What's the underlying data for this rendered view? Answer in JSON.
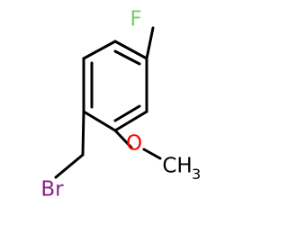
{
  "molecule": {
    "atoms": {
      "fluorine": {
        "symbol": "F",
        "color": "#6fd35f"
      },
      "oxygen": {
        "symbol": "O",
        "color": "#ff0000"
      },
      "methyl": {
        "symbol": "CH",
        "subscript": "3",
        "color": "#000000"
      },
      "bromine": {
        "symbol": "Br",
        "color": "#8b1e8b"
      }
    },
    "bond_color": "#000000"
  }
}
